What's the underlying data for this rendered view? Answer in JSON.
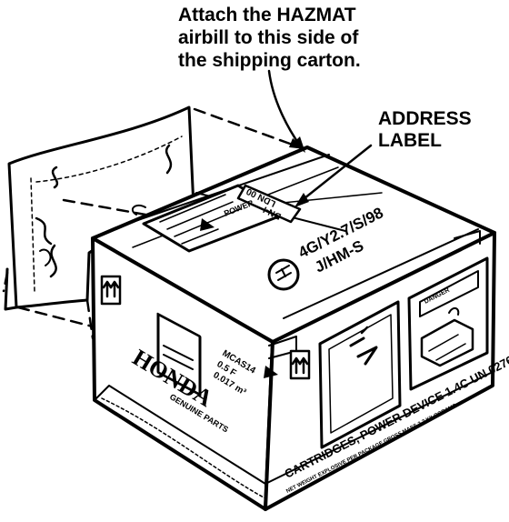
{
  "callouts": {
    "airbill_note": [
      "Attach the HAZMAT",
      "airbill to this side of",
      "the shipping carton."
    ],
    "address_label": [
      "ADDRESS",
      "LABEL"
    ]
  },
  "carton": {
    "brand": "HONDA",
    "brand_sub": "GENUINE PARTS",
    "spec_line1": "4G/Y2.7/S/98",
    "spec_line2": "J/HM-S",
    "side_code": [
      "MCAS14",
      "0.5 F",
      "0.017 m³"
    ],
    "hazard_text": "CARTRIDGES, POWER DEVICE 1.4C UN 0276",
    "hazard_subtext": "NET WEIGHT EXPLOSIVE PER PACKAGE GROSS MASS 2.7 KILOGRAMS",
    "danger_label": "DANGER",
    "top_label": [
      "LDN 00",
      "DN-I"
    ],
    "top_sticker_word": "POWER"
  }
}
